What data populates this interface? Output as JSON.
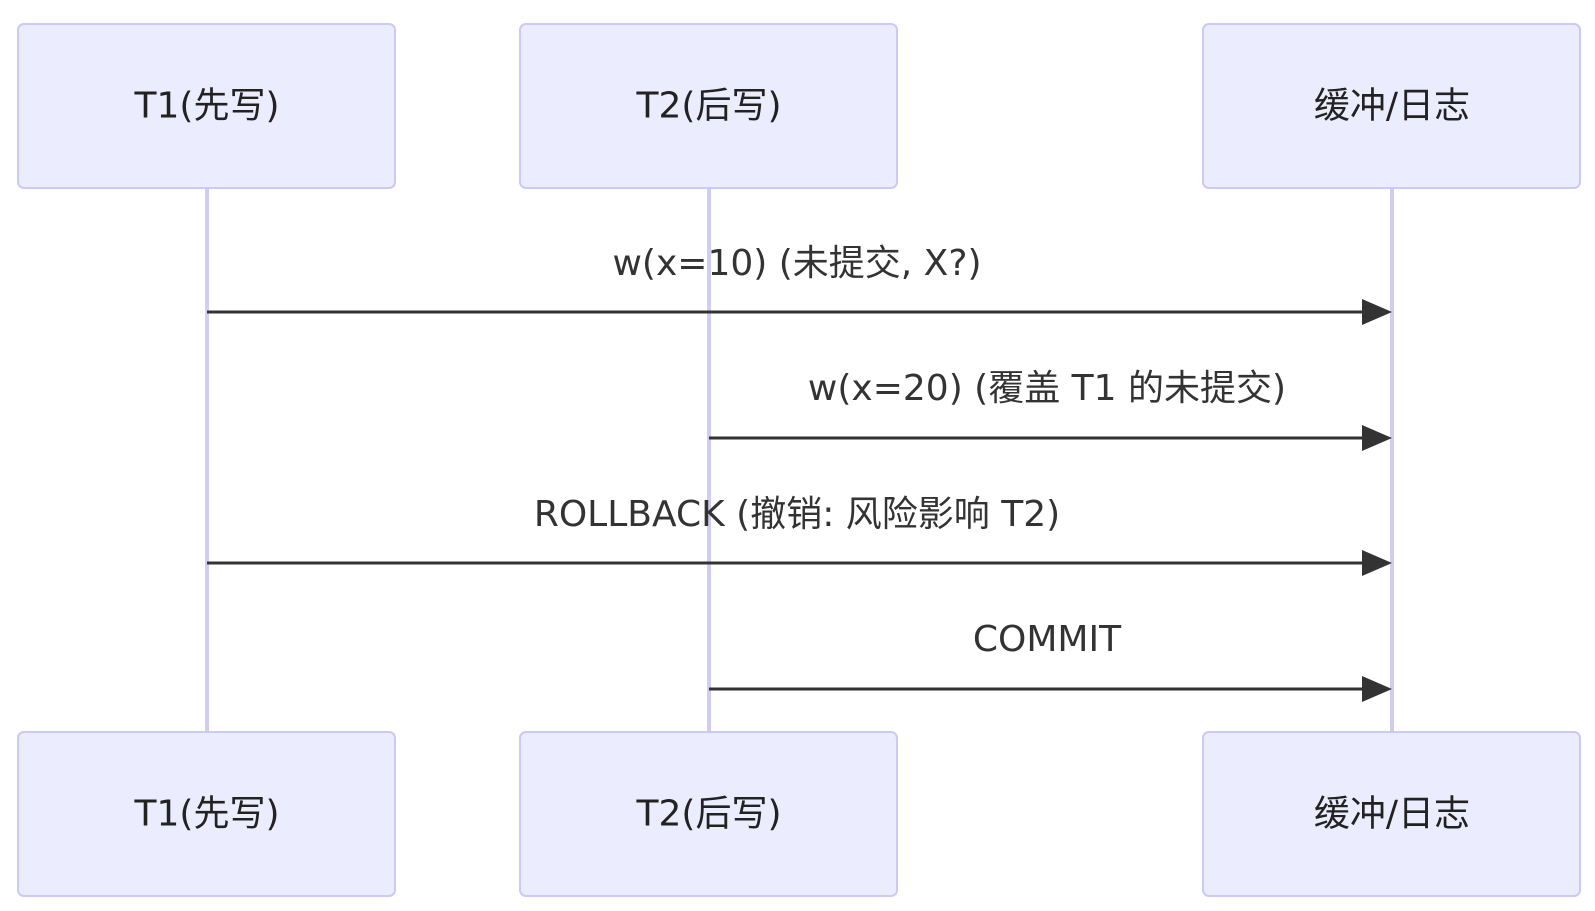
{
  "participants": [
    {
      "id": "t1",
      "label": "T1(先写)"
    },
    {
      "id": "t2",
      "label": "T2(后写)"
    },
    {
      "id": "buf",
      "label": "缓冲/日志"
    }
  ],
  "messages": [
    {
      "from": "t1",
      "to": "buf",
      "label": "w(x=10) (未提交, X?)"
    },
    {
      "from": "t2",
      "to": "buf",
      "label": "w(x=20) (覆盖 T1 的未提交)"
    },
    {
      "from": "t1",
      "to": "buf",
      "label": "ROLLBACK (撤销: 风险影响 T2)"
    },
    {
      "from": "t2",
      "to": "buf",
      "label": "COMMIT"
    }
  ]
}
